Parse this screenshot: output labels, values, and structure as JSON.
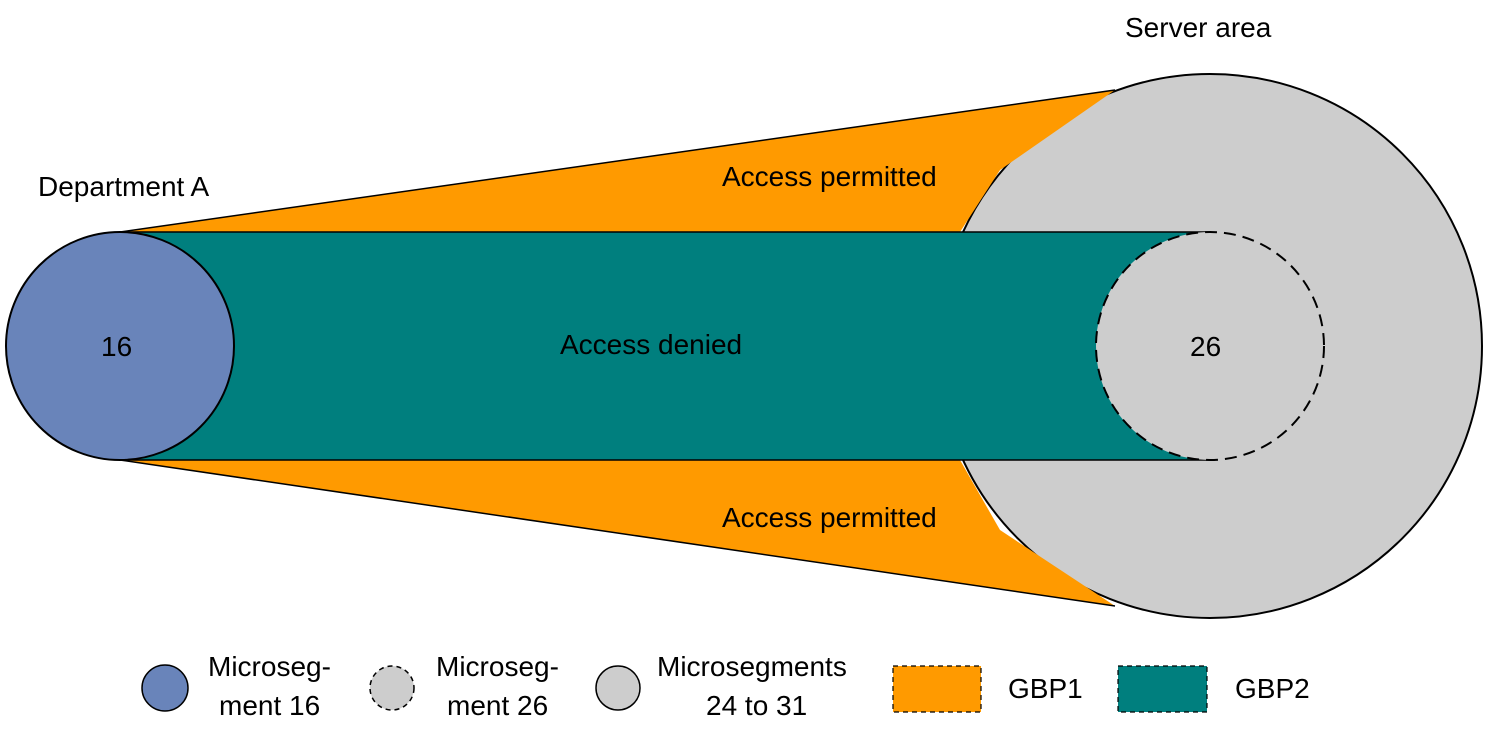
{
  "diagram": {
    "department_label": "Department A",
    "server_label": "Server area",
    "access_permitted_top": "Access permitted",
    "access_permitted_bottom": "Access permitted",
    "access_denied": "Access denied",
    "microsegment_left_value": "16",
    "microsegment_inner_value": "26"
  },
  "colors": {
    "blue": "#6984BA",
    "gray": "#CDCDCD",
    "orange": "#FF9A00",
    "teal": "#007F7E"
  },
  "legend": {
    "items": [
      {
        "line1": "Microseg-",
        "line2": "ment 16",
        "icon": "blue-circle"
      },
      {
        "line1": "Microseg-",
        "line2": "ment 26",
        "icon": "dashed-gray-circle"
      },
      {
        "line1": "Microsegments",
        "line2": "24 to 31",
        "icon": "gray-circle"
      },
      {
        "label": "GBP1",
        "icon": "orange-dashed-rect"
      },
      {
        "label": "GBP2",
        "icon": "teal-dashed-rect"
      }
    ]
  }
}
